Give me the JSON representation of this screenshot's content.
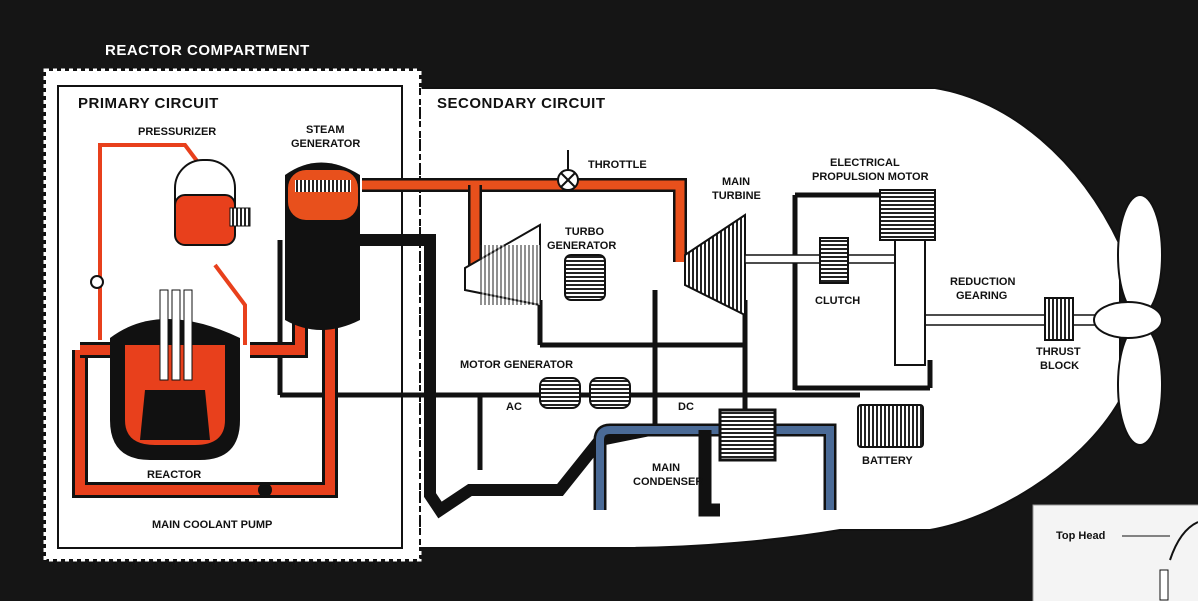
{
  "labels": {
    "reactor_compartment": "REACTOR COMPARTMENT",
    "primary_circuit": "PRIMARY CIRCUIT",
    "secondary_circuit": "SECONDARY CIRCUIT",
    "pressurizer": "PRESSURIZER",
    "steam_generator_1": "STEAM",
    "steam_generator_2": "GENERATOR",
    "throttle": "THROTTLE",
    "main_turbine_1": "MAIN",
    "main_turbine_2": "TURBINE",
    "electrical_propulsion_motor_1": "ELECTRICAL",
    "electrical_propulsion_motor_2": "PROPULSION MOTOR",
    "turbo_generator_1": "TURBO",
    "turbo_generator_2": "GENERATOR",
    "clutch": "CLUTCH",
    "reduction_gearing_1": "REDUCTION",
    "reduction_gearing_2": "GEARING",
    "thrust_block_1": "THRUST",
    "thrust_block_2": "BLOCK",
    "motor_generator": "MOTOR GENERATOR",
    "ac": "AC",
    "dc": "DC",
    "reactor": "REACTOR",
    "main_condenser_1": "MAIN",
    "main_condenser_2": "CONDENSER",
    "battery": "BATTERY",
    "main_coolant_pump": "MAIN COOLANT PUMP"
  },
  "inset": {
    "top_head": "Top Head"
  },
  "colors": {
    "primary": "#e8401c",
    "steam": "#e8501c",
    "condensate": "#4a6a96",
    "background": "#151515",
    "hull": "#ffffff"
  }
}
